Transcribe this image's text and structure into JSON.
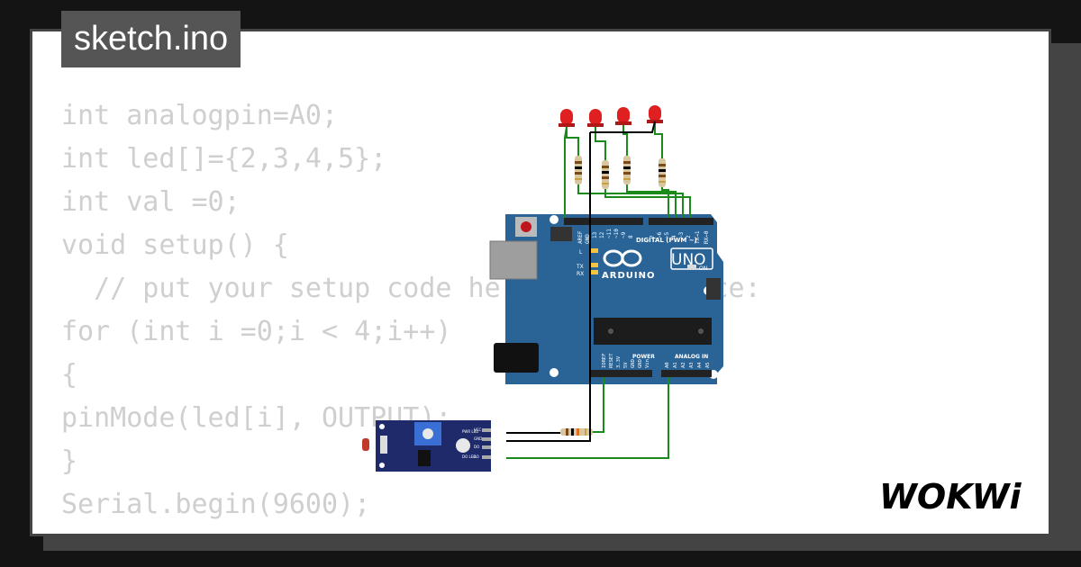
{
  "file_tab": {
    "filename": "sketch.ino"
  },
  "code": {
    "lines": [
      "int analogpin=A0;",
      "int led[]={2,3,4,5};",
      "int val =0;",
      "void setup() {",
      "  // put your setup code here, to run once:",
      "for (int i =0;i < 4;i++)",
      "{",
      "pinMode(led[i], OUTPUT);",
      "}",
      "Serial.begin(9600);",
      "}"
    ]
  },
  "board": {
    "brand": "ARDUINO",
    "model": "UNO",
    "digital_header": "DIGITAL (PWM ~)",
    "power_header": "POWER",
    "analog_header": "ANALOG IN",
    "on_label": "ON",
    "l_label": "L",
    "tx_label": "TX",
    "rx_label": "RX",
    "aref_label": "AREF",
    "gnd_label": "GND",
    "digital_pins": [
      "13",
      "12",
      "~11",
      "~10",
      "~9",
      "8",
      "7",
      "~6",
      "~5",
      "4",
      "~3",
      "2",
      "TX→1",
      "RX←0"
    ],
    "power_pins": [
      "IOREF",
      "RESET",
      "3.3V",
      "5V",
      "GND",
      "GND",
      "Vin"
    ],
    "analog_pins": [
      "A0",
      "A1",
      "A2",
      "A3",
      "A4",
      "A5"
    ]
  },
  "sensor_module": {
    "labels": [
      "PWR LED",
      "DO LED",
      "VCC",
      "GND",
      "DO",
      "AO"
    ]
  },
  "brand_logo": {
    "text": "WOKWi"
  },
  "colors": {
    "board_blue": "#2a6496",
    "wire_green": "#1a8a1a",
    "wire_black": "#000000",
    "led_red": "#e02020",
    "module_blue": "#1f2a6b"
  }
}
